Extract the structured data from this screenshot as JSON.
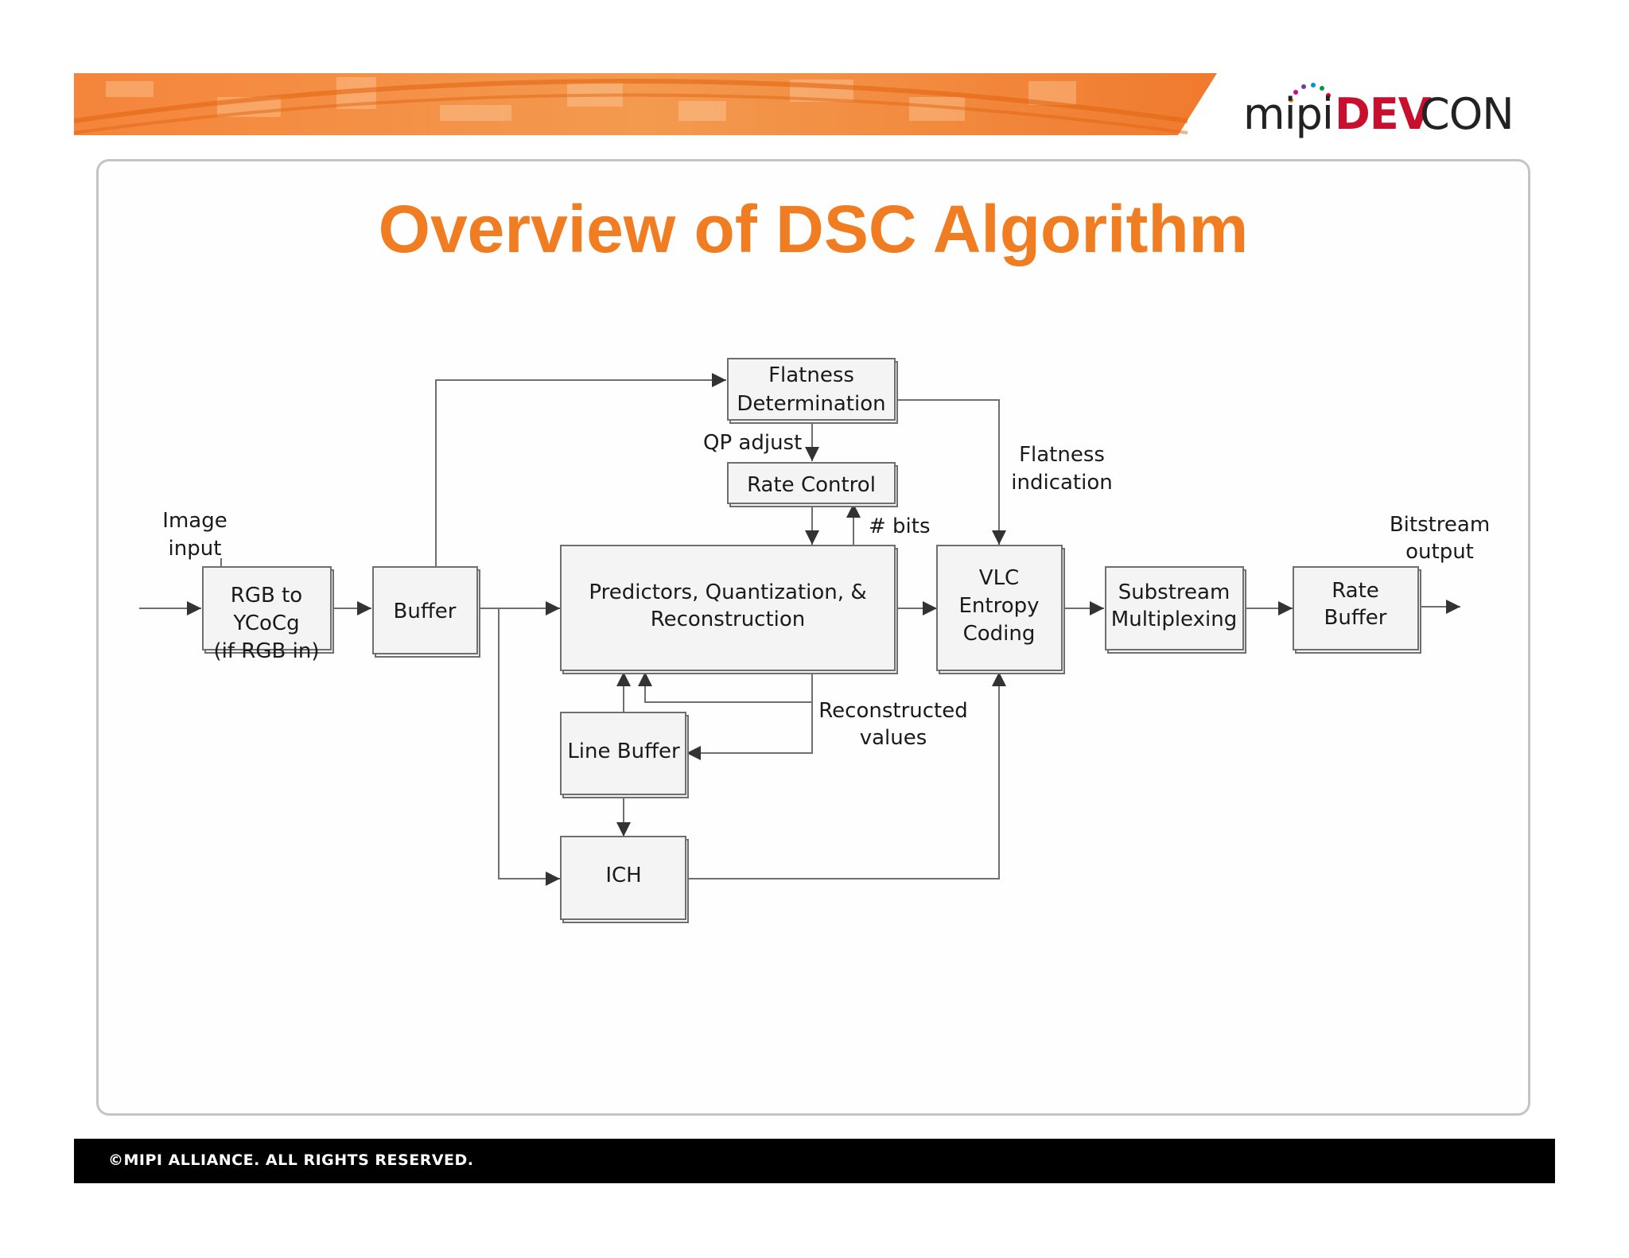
{
  "header": {
    "logo": {
      "part1": "mipi",
      "part2": "DEV",
      "part3": "CON"
    }
  },
  "slide": {
    "title": "Overview of DSC Algorithm"
  },
  "diagram": {
    "blocks": {
      "rgb": [
        "RGB to",
        "YCoCg",
        "(if RGB in)"
      ],
      "buffer": [
        "Buffer"
      ],
      "flatness": [
        "Flatness",
        "Determination"
      ],
      "rate_control": [
        "Rate Control"
      ],
      "predictors": [
        "Predictors, Quantization, &",
        "Reconstruction"
      ],
      "vlc": [
        "VLC",
        "Entropy",
        "Coding"
      ],
      "substream": [
        "Substream",
        "Multiplexing"
      ],
      "rate_buffer": [
        "Rate",
        "Buffer"
      ],
      "line_buffer": [
        "Line Buffer"
      ],
      "ich": [
        "ICH"
      ]
    },
    "labels": {
      "image_input": [
        "Image",
        "input"
      ],
      "qp_adjust": "QP adjust",
      "bits": "# bits",
      "flatness_indication": [
        "Flatness",
        "indication"
      ],
      "bitstream_output": [
        "Bitstream",
        "output"
      ],
      "reconstructed_values": [
        "Reconstructed",
        "values"
      ]
    }
  },
  "footer": {
    "text": "©MIPI ALLIANCE. ALL RIGHTS RESERVED."
  },
  "colors": {
    "title": "#f07d22",
    "banner": "#f08a3a",
    "footer_bg": "#000000",
    "logo_dev": "#c8102e"
  }
}
